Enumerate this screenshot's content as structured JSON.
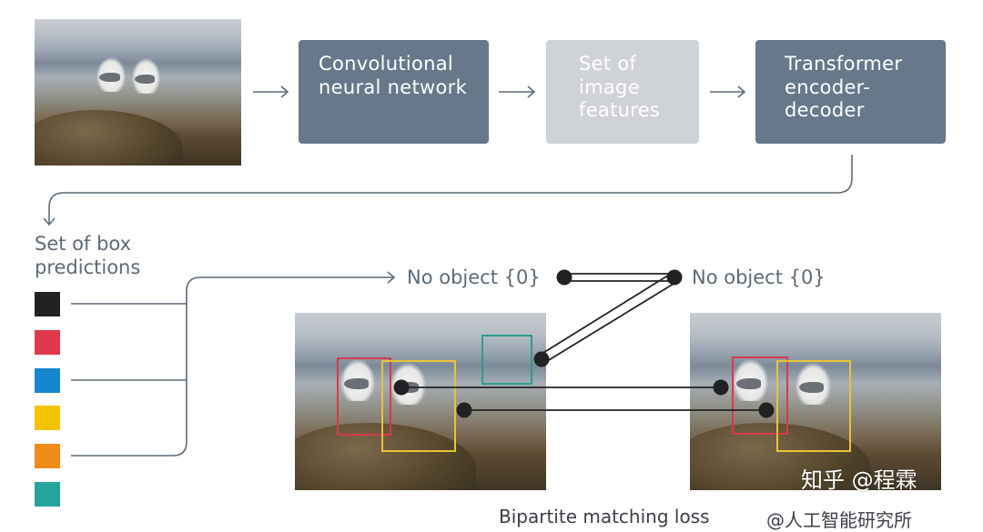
{
  "pipeline": {
    "cnn": "Convolutional neural network",
    "features": "Set of image features",
    "transformer": "Transformer encoder-decoder"
  },
  "predictions": {
    "title": "Set of box predictions",
    "swatch_colors": [
      "#222222",
      "#e0394d",
      "#1686cf",
      "#f5c400",
      "#ee8c19",
      "#26a59a"
    ]
  },
  "matching": {
    "left_label": "No object {0}",
    "right_label": "No object {0}",
    "caption": "Bipartite matching loss"
  },
  "watermark": {
    "main": "知乎 @程霖",
    "bottom": "@人工智能研究所"
  },
  "colors": {
    "dark_block": "#66788a",
    "light_block": "#cfd3d6",
    "box_red": "#d83a4a",
    "box_yellow": "#e9c336",
    "box_teal": "#2a9d8f"
  }
}
